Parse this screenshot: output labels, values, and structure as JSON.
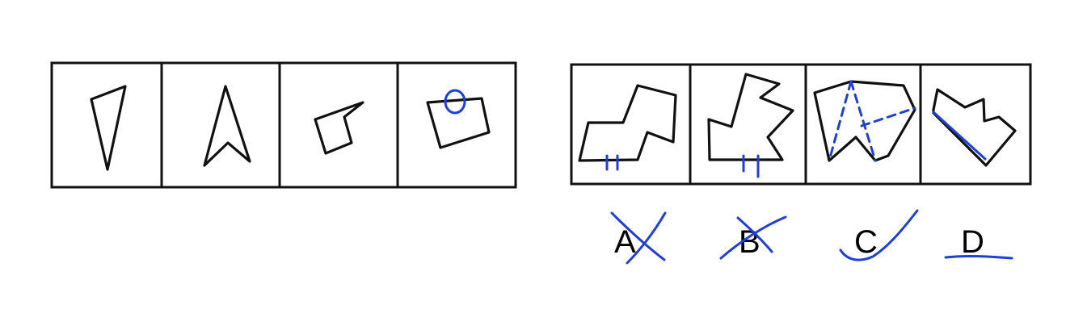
{
  "options": [
    {
      "letter": "A"
    },
    {
      "letter": "B"
    },
    {
      "letter": "C"
    },
    {
      "letter": "D"
    }
  ],
  "colors": {
    "line": "#111111",
    "annotation": "#1f3fd6",
    "background": "#ffffff"
  }
}
